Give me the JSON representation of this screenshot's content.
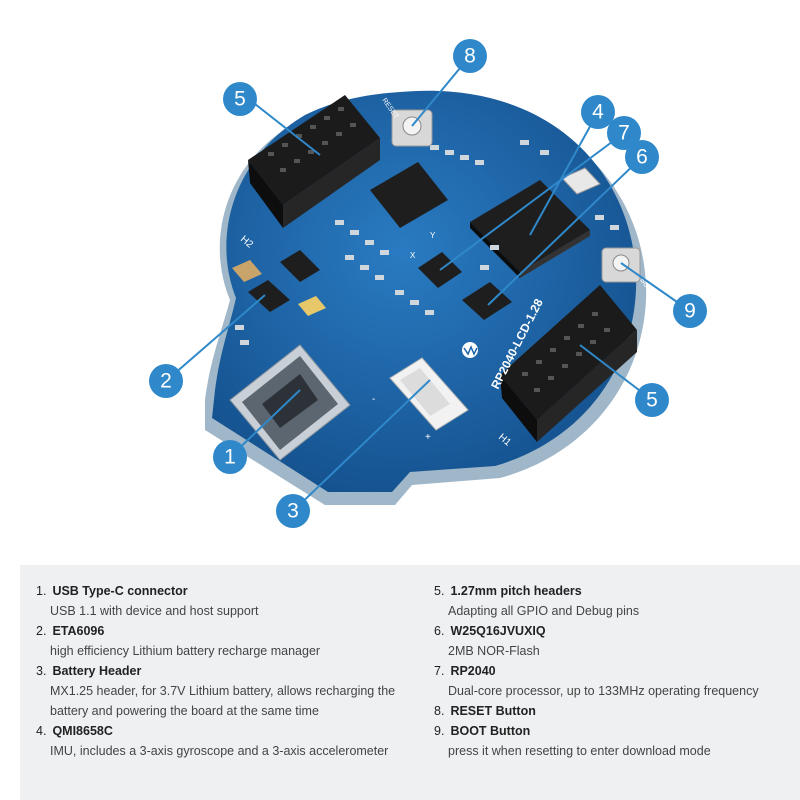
{
  "callouts": [
    {
      "id": "1",
      "label": "1"
    },
    {
      "id": "2",
      "label": "2"
    },
    {
      "id": "3",
      "label": "3"
    },
    {
      "id": "4",
      "label": "4"
    },
    {
      "id": "5a",
      "label": "5"
    },
    {
      "id": "5b",
      "label": "5"
    },
    {
      "id": "6",
      "label": "6"
    },
    {
      "id": "7",
      "label": "7"
    },
    {
      "id": "8",
      "label": "8"
    },
    {
      "id": "9",
      "label": "9"
    }
  ],
  "board": {
    "silk_model": "RP2040-LCD-1.28",
    "silk_h1": "H1",
    "silk_h2": "H2",
    "silk_plus": "+",
    "silk_minus": "-",
    "silk_boot": "BOOT",
    "silk_reset": "RESET",
    "silk_x": "X",
    "silk_y": "Y"
  },
  "features": [
    {
      "num": "1.",
      "title": "USB Type-C connector",
      "desc": [
        "USB 1.1 with device and host support"
      ]
    },
    {
      "num": "2.",
      "title": "ETA6096",
      "desc": [
        "high efficiency Lithium battery recharge manager"
      ]
    },
    {
      "num": "3.",
      "title": "Battery Header",
      "desc": [
        "MX1.25 header, for 3.7V Lithium battery, allows recharging the",
        "battery and powering the board at the same time"
      ]
    },
    {
      "num": "4.",
      "title": "QMI8658C",
      "desc": [
        "IMU, includes a 3-axis gyroscope and a 3-axis accelerometer"
      ]
    },
    {
      "num": "5.",
      "title": "1.27mm pitch headers",
      "desc": [
        "Adapting all GPIO and Debug pins"
      ]
    },
    {
      "num": "6.",
      "title": "W25Q16JVUXIQ",
      "desc": [
        "2MB NOR-Flash"
      ]
    },
    {
      "num": "7.",
      "title": "RP2040",
      "desc": [
        "Dual-core processor, up to 133MHz operating frequency"
      ]
    },
    {
      "num": "8.",
      "title": "RESET Button",
      "desc": []
    },
    {
      "num": "9.",
      "title": "BOOT Button",
      "desc": [
        "press it when resetting to enter download mode"
      ]
    }
  ],
  "colors": {
    "callout": "#2f88c9",
    "pcb": "#1c64a8",
    "pcb_edge": "#7aa9cf",
    "leader": "#2f88c9"
  }
}
